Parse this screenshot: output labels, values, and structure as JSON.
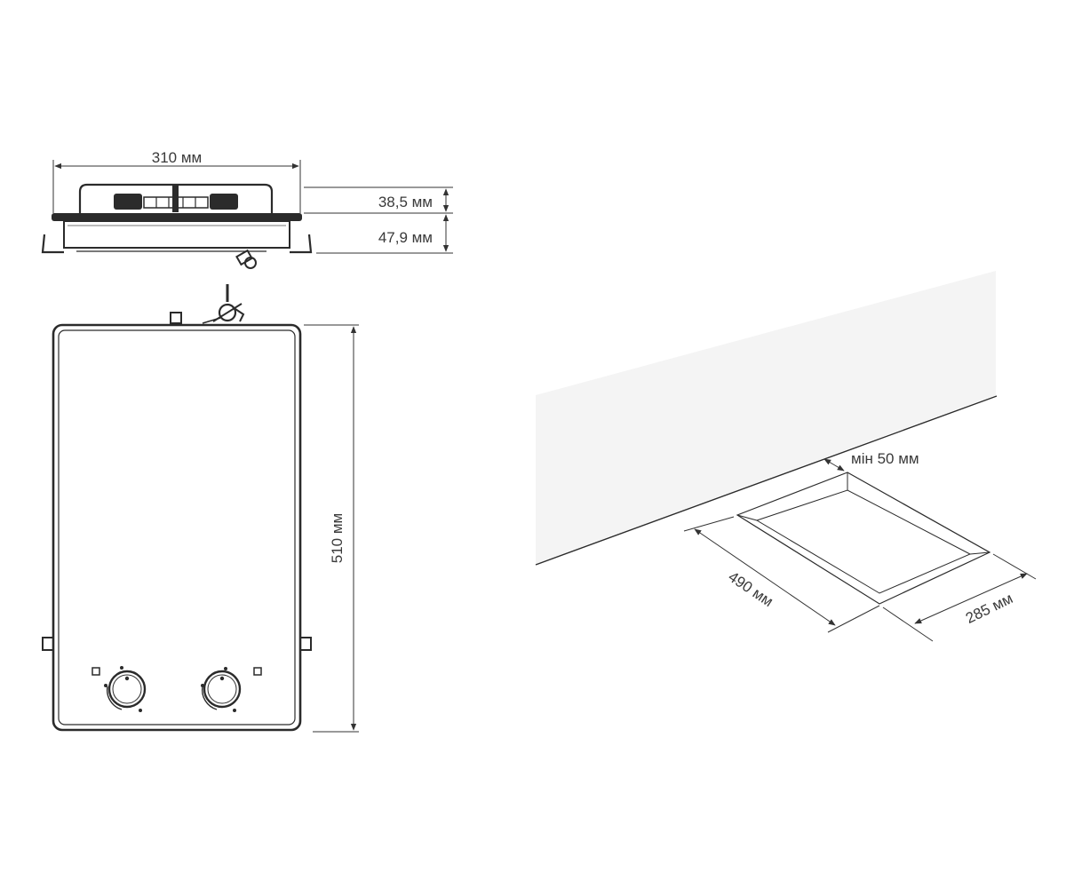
{
  "diagram": {
    "side_view": {
      "width_label": "310 мм",
      "top_height_label": "38,5 мм",
      "bottom_height_label": "47,9 мм"
    },
    "top_view": {
      "length_label": "510 мм",
      "knob_count": 2
    },
    "installation": {
      "min_wall_gap_label": "мін 50 мм",
      "cutout_length_label": "490 мм",
      "cutout_width_label": "285 мм"
    },
    "colors": {
      "line": "#2b2b2b",
      "wall_fill": "#f4f4f4",
      "text": "#3a3a3a"
    }
  }
}
